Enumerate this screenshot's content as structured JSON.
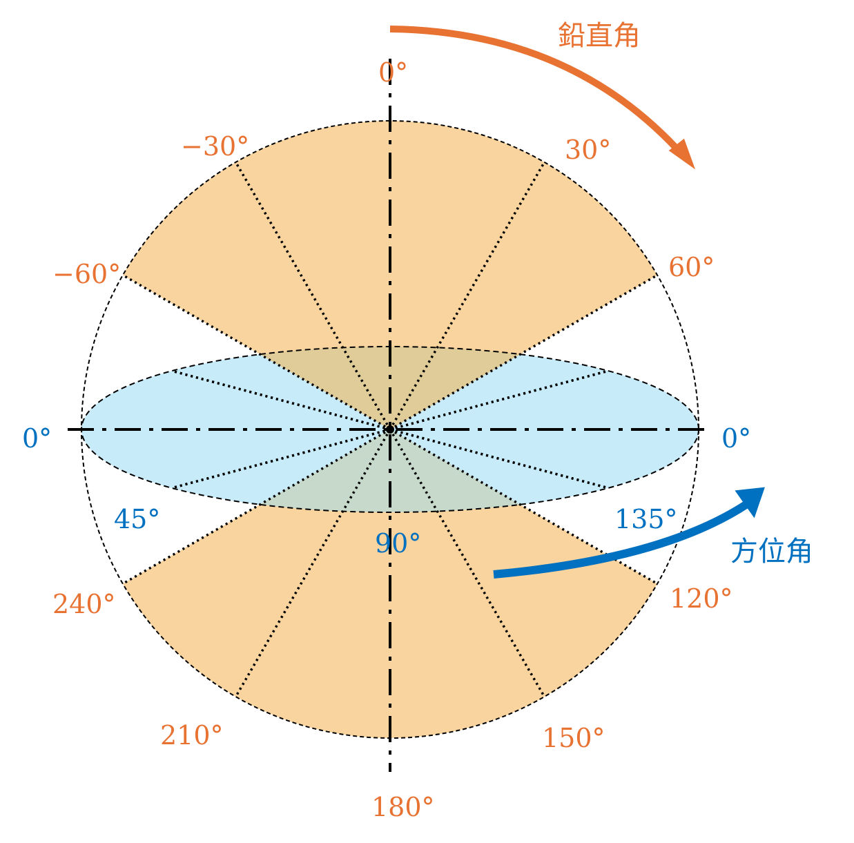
{
  "colors": {
    "vertical": "#e87232",
    "azimuth": "#0070c0",
    "sector_fill": "#f9d49e",
    "ellipse_fill": "#c8ebfa",
    "overlap_top": "#e0cc99",
    "overlap_bottom": "#c6d9cb"
  },
  "vertical_angle": {
    "title": "鉛直角",
    "sectors_deg": [
      [
        -60,
        60
      ],
      [
        120,
        240
      ]
    ],
    "lines_deg": [
      -60,
      -30,
      30,
      60,
      120,
      150,
      210,
      240
    ],
    "labels": [
      {
        "deg": 0,
        "text": "0°"
      },
      {
        "deg": -30,
        "text": "−30°"
      },
      {
        "deg": 30,
        "text": "30°"
      },
      {
        "deg": -60,
        "text": "−60°"
      },
      {
        "deg": 60,
        "text": "60°"
      },
      {
        "deg": 120,
        "text": "120°"
      },
      {
        "deg": 150,
        "text": "150°"
      },
      {
        "deg": 180,
        "text": "180°"
      },
      {
        "deg": 210,
        "text": "210°"
      },
      {
        "deg": 240,
        "text": "240°"
      }
    ]
  },
  "azimuth": {
    "title": "方位角",
    "lines_deg": [
      45,
      135
    ],
    "labels": [
      {
        "key": "left",
        "text": "0°"
      },
      {
        "key": "right",
        "text": "0°"
      },
      {
        "key": "45",
        "text": "45°"
      },
      {
        "key": "90",
        "text": "90°"
      },
      {
        "key": "135",
        "text": "135°"
      }
    ]
  }
}
